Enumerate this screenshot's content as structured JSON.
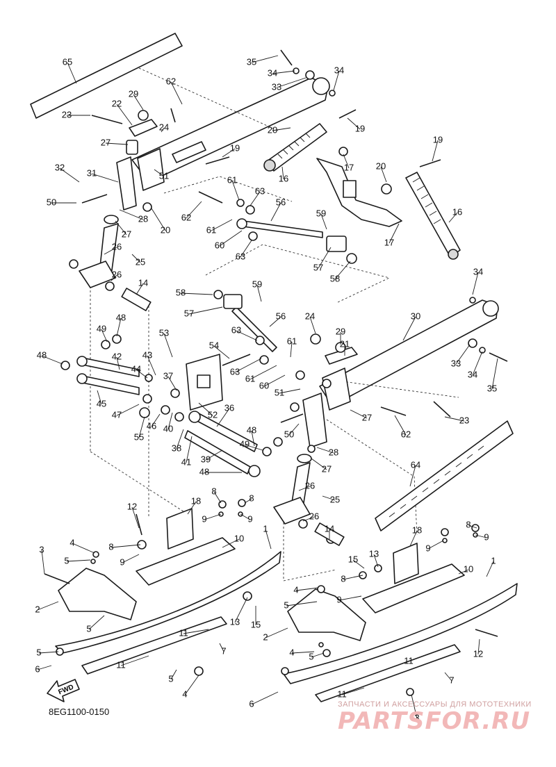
{
  "diagram": {
    "code": "8EG1100-0150",
    "fwd_label": "FWD",
    "watermark": {
      "caption": "ЗАПЧАСТИ И АКСЕССУАРЫ ДЛЯ МОТОТЕХНИКИ",
      "brand": "PARTSFOR.RU"
    },
    "callouts": [
      {
        "id": "c1",
        "label": "65"
      },
      {
        "id": "c2",
        "label": "62"
      },
      {
        "id": "c3",
        "label": "35"
      },
      {
        "id": "c4",
        "label": "34"
      },
      {
        "id": "c5",
        "label": "34"
      },
      {
        "id": "c6",
        "label": "33"
      },
      {
        "id": "c7",
        "label": "29"
      },
      {
        "id": "c8",
        "label": "22"
      },
      {
        "id": "c9",
        "label": "23"
      },
      {
        "id": "c10",
        "label": "24"
      },
      {
        "id": "c11",
        "label": "20"
      },
      {
        "id": "c12",
        "label": "19"
      },
      {
        "id": "c13",
        "label": "27"
      },
      {
        "id": "c14",
        "label": "19"
      },
      {
        "id": "c15",
        "label": "32"
      },
      {
        "id": "c16",
        "label": "31"
      },
      {
        "id": "c17",
        "label": "51"
      },
      {
        "id": "c18",
        "label": "16"
      },
      {
        "id": "c19",
        "label": "17"
      },
      {
        "id": "c20",
        "label": "20"
      },
      {
        "id": "c21",
        "label": "19"
      },
      {
        "id": "c22",
        "label": "50"
      },
      {
        "id": "c23",
        "label": "61"
      },
      {
        "id": "c24",
        "label": "63"
      },
      {
        "id": "c25",
        "label": "62"
      },
      {
        "id": "c26",
        "label": "28"
      },
      {
        "id": "c27",
        "label": "20"
      },
      {
        "id": "c28",
        "label": "56"
      },
      {
        "id": "c29",
        "label": "61"
      },
      {
        "id": "c30",
        "label": "27"
      },
      {
        "id": "c31",
        "label": "60"
      },
      {
        "id": "c32",
        "label": "59"
      },
      {
        "id": "c33",
        "label": "16"
      },
      {
        "id": "c34",
        "label": "17"
      },
      {
        "id": "c35",
        "label": "26"
      },
      {
        "id": "c36",
        "label": "25"
      },
      {
        "id": "c37",
        "label": "63"
      },
      {
        "id": "c38",
        "label": "26"
      },
      {
        "id": "c39",
        "label": "57"
      },
      {
        "id": "c40",
        "label": "58"
      },
      {
        "id": "c41",
        "label": "34"
      },
      {
        "id": "c42",
        "label": "14"
      },
      {
        "id": "c43",
        "label": "58"
      },
      {
        "id": "c44",
        "label": "59"
      },
      {
        "id": "c45",
        "label": "57"
      },
      {
        "id": "c46",
        "label": "56"
      },
      {
        "id": "c47",
        "label": "30"
      },
      {
        "id": "c48",
        "label": "49"
      },
      {
        "id": "c49",
        "label": "48"
      },
      {
        "id": "c50",
        "label": "24"
      },
      {
        "id": "c51",
        "label": "63"
      },
      {
        "id": "c52",
        "label": "29"
      },
      {
        "id": "c53",
        "label": "53"
      },
      {
        "id": "c54",
        "label": "54"
      },
      {
        "id": "c55",
        "label": "61"
      },
      {
        "id": "c56",
        "label": "21"
      },
      {
        "id": "c57",
        "label": "48"
      },
      {
        "id": "c58",
        "label": "42"
      },
      {
        "id": "c59",
        "label": "43"
      },
      {
        "id": "c60",
        "label": "44"
      },
      {
        "id": "c61",
        "label": "63"
      },
      {
        "id": "c62",
        "label": "33"
      },
      {
        "id": "c63",
        "label": "34"
      },
      {
        "id": "c64",
        "label": "35"
      },
      {
        "id": "c65",
        "label": "37"
      },
      {
        "id": "c66",
        "label": "61"
      },
      {
        "id": "c67",
        "label": "60"
      },
      {
        "id": "c68",
        "label": "51"
      },
      {
        "id": "c69",
        "label": "45"
      },
      {
        "id": "c70",
        "label": "47"
      },
      {
        "id": "c71",
        "label": "46"
      },
      {
        "id": "c72",
        "label": "40"
      },
      {
        "id": "c73",
        "label": "52"
      },
      {
        "id": "c74",
        "label": "36"
      },
      {
        "id": "c75",
        "label": "27"
      },
      {
        "id": "c76",
        "label": "62"
      },
      {
        "id": "c77",
        "label": "23"
      },
      {
        "id": "c78",
        "label": "55"
      },
      {
        "id": "c79",
        "label": "48"
      },
      {
        "id": "c80",
        "label": "50"
      },
      {
        "id": "c81",
        "label": "38"
      },
      {
        "id": "c82",
        "label": "49"
      },
      {
        "id": "c83",
        "label": "28"
      },
      {
        "id": "c84",
        "label": "41"
      },
      {
        "id": "c85",
        "label": "39"
      },
      {
        "id": "c86",
        "label": "27"
      },
      {
        "id": "c87",
        "label": "64"
      },
      {
        "id": "c88",
        "label": "48"
      },
      {
        "id": "c89",
        "label": "8"
      },
      {
        "id": "c90",
        "label": "26"
      },
      {
        "id": "c91",
        "label": "25"
      },
      {
        "id": "c92",
        "label": "12"
      },
      {
        "id": "c93",
        "label": "18"
      },
      {
        "id": "c94",
        "label": "8"
      },
      {
        "id": "c95",
        "label": "9"
      },
      {
        "id": "c96",
        "label": "9"
      },
      {
        "id": "c97",
        "label": "26"
      },
      {
        "id": "c98",
        "label": "14"
      },
      {
        "id": "c99",
        "label": "1"
      },
      {
        "id": "c100",
        "label": "18"
      },
      {
        "id": "c101",
        "label": "8"
      },
      {
        "id": "c102",
        "label": "9"
      },
      {
        "id": "c103",
        "label": "3"
      },
      {
        "id": "c104",
        "label": "4"
      },
      {
        "id": "c105",
        "label": "10"
      },
      {
        "id": "c106",
        "label": "8"
      },
      {
        "id": "c107",
        "label": "9"
      },
      {
        "id": "c108",
        "label": "5"
      },
      {
        "id": "c109",
        "label": "9"
      },
      {
        "id": "c110",
        "label": "15"
      },
      {
        "id": "c111",
        "label": "13"
      },
      {
        "id": "c112",
        "label": "10"
      },
      {
        "id": "c113",
        "label": "1"
      },
      {
        "id": "c114",
        "label": "8"
      },
      {
        "id": "c115",
        "label": "4"
      },
      {
        "id": "c116",
        "label": "9"
      },
      {
        "id": "c117",
        "label": "2"
      },
      {
        "id": "c118",
        "label": "5"
      },
      {
        "id": "c119",
        "label": "13"
      },
      {
        "id": "c120",
        "label": "15"
      },
      {
        "id": "c121",
        "label": "11"
      },
      {
        "id": "c122",
        "label": "5"
      },
      {
        "id": "c123",
        "label": "2"
      },
      {
        "id": "c124",
        "label": "7"
      },
      {
        "id": "c125",
        "label": "12"
      },
      {
        "id": "c126",
        "label": "5"
      },
      {
        "id": "c127",
        "label": "4"
      },
      {
        "id": "c128",
        "label": "6"
      },
      {
        "id": "c129",
        "label": "11"
      },
      {
        "id": "c130",
        "label": "5"
      },
      {
        "id": "c131",
        "label": "11"
      },
      {
        "id": "c132",
        "label": "7"
      },
      {
        "id": "c133",
        "label": "5"
      },
      {
        "id": "c134",
        "label": "4"
      },
      {
        "id": "c135",
        "label": "11"
      },
      {
        "id": "c136",
        "label": "6"
      },
      {
        "id": "c137",
        "label": "3"
      }
    ]
  }
}
